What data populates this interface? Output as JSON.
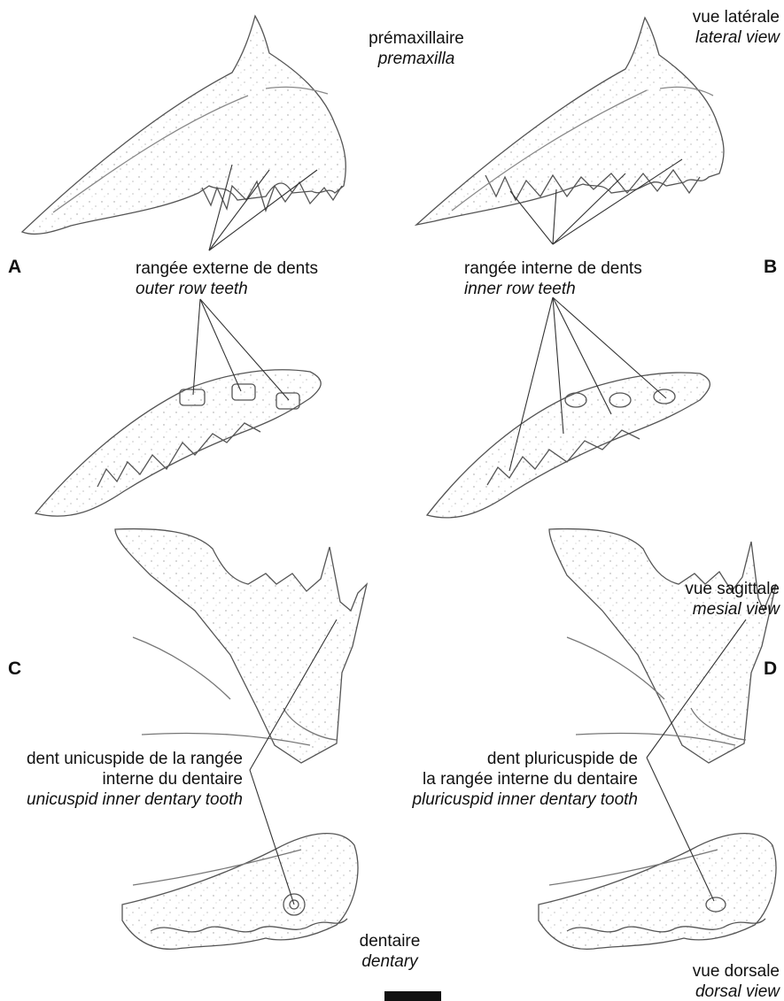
{
  "panels": {
    "A": "A",
    "B": "B",
    "C": "C",
    "D": "D"
  },
  "labels": {
    "premaxilla": {
      "fr": "prémaxillaire",
      "en": "premaxilla"
    },
    "lateral_view": {
      "fr": "vue latérale",
      "en": "lateral view"
    },
    "outer_row": {
      "fr": "rangée externe de dents",
      "en": "outer row teeth"
    },
    "inner_row": {
      "fr": "rangée interne de dents",
      "en": "inner row teeth"
    },
    "mesial_view": {
      "fr": "vue sagittale",
      "en": "mesial view"
    },
    "unicuspid": {
      "fr1": "dent unicuspide de la rangée",
      "fr2": "interne du dentaire",
      "en": "unicuspid inner dentary tooth"
    },
    "pluricuspid": {
      "fr1": "dent pluricuspide de",
      "fr2": "la rangée interne du dentaire",
      "en": "pluricuspid inner dentary tooth"
    },
    "dentary": {
      "fr": "dentaire",
      "en": "dentary"
    },
    "dorsal_view": {
      "fr": "vue dorsale",
      "en": "dorsal view"
    }
  },
  "colors": {
    "ink": "#111111",
    "bone_outline": "#555555",
    "stipple": "#9a9a9a"
  }
}
